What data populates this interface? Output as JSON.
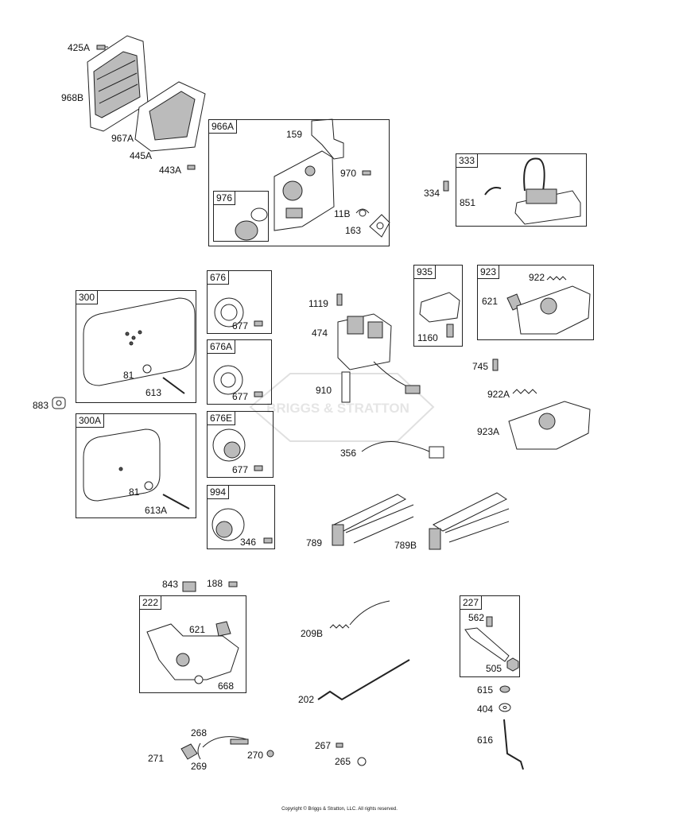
{
  "boxes": {
    "b966A": "966A",
    "b976": "976",
    "b333": "333",
    "b300": "300",
    "b300A": "300A",
    "b676": "676",
    "b676A": "676A",
    "b676E": "676E",
    "b994": "994",
    "b935": "935",
    "b923": "923",
    "b222": "222",
    "b227": "227"
  },
  "labels": {
    "l425A": "425A",
    "l968B": "968B",
    "l967A": "967A",
    "l445A": "445A",
    "l443A": "443A",
    "l159": "159",
    "l970": "970",
    "l11B": "11B",
    "l163": "163",
    "l334": "334",
    "l851": "851",
    "l677a": "677",
    "l677b": "677",
    "l677c": "677",
    "l346": "346",
    "l81a": "81",
    "l613": "613",
    "l883": "883",
    "l81b": "81",
    "l613A": "613A",
    "l1119": "1119",
    "l474": "474",
    "l910": "910",
    "l356": "356",
    "l1160": "1160",
    "l922": "922",
    "l621a": "621",
    "l745": "745",
    "l922A": "922A",
    "l923A": "923A",
    "l789": "789",
    "l789B": "789B",
    "l843": "843",
    "l188": "188",
    "l621b": "621",
    "l668": "668",
    "l209B": "209B",
    "l202": "202",
    "l562": "562",
    "l505": "505",
    "l615": "615",
    "l404": "404",
    "l616": "616",
    "l268": "268",
    "l271": "271",
    "l269": "269",
    "l270": "270",
    "l267": "267",
    "l265": "265"
  },
  "watermark": "BRIGGS & STRATTON",
  "copyright": "Copyright © Briggs & Stratton, LLC. All rights reserved."
}
